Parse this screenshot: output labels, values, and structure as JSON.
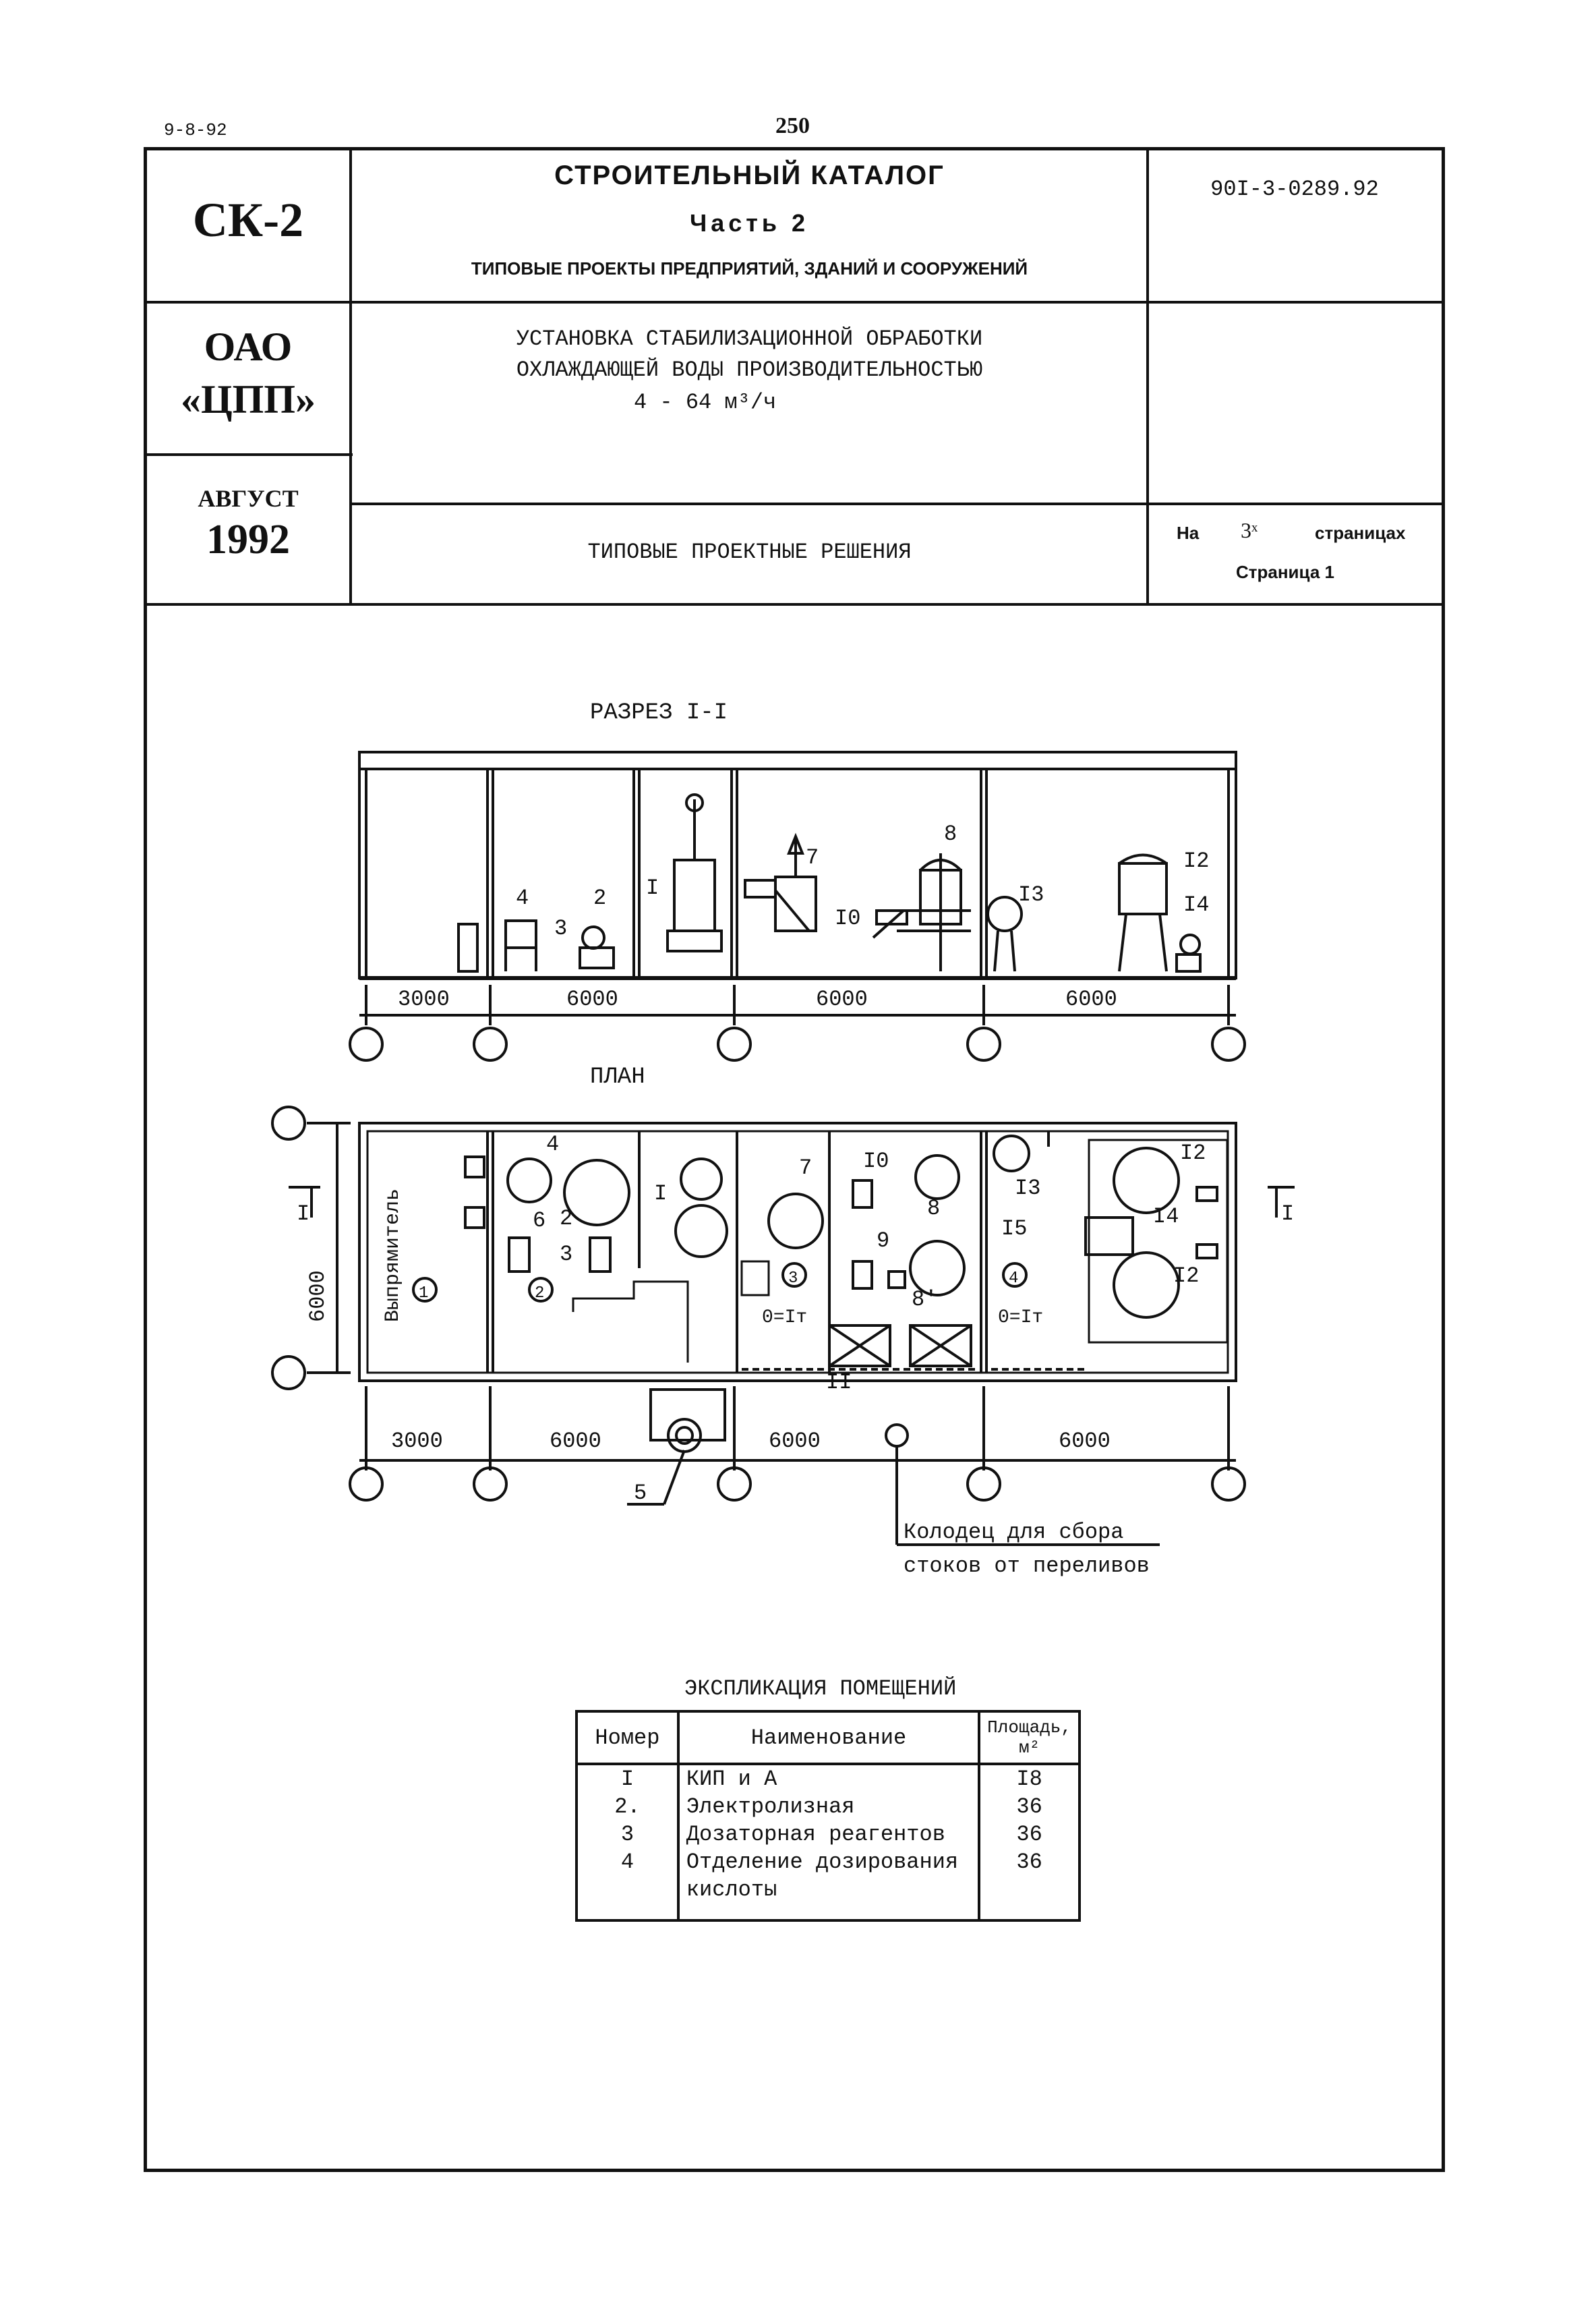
{
  "top_left_code": "9-8-92",
  "page_number": "250",
  "header": {
    "series": "СК-2",
    "catalog_title": "СТРОИТЕЛЬНЫЙ КАТАЛОГ",
    "part": "Часть 2",
    "part_subtitle": "ТИПОВЫЕ ПРОЕКТЫ ПРЕДПРИЯТИЙ, ЗДАНИЙ И СООРУЖЕНИЙ",
    "project_code": "90I-3-0289.92",
    "org_line1": "ОАО",
    "org_line2": "«ЦПП»",
    "subject_line1": "УСТАНОВКА СТАБИЛИЗАЦИОННОЙ ОБРАБОТКИ",
    "subject_line2": "ОХЛАЖДАЮЩЕЙ ВОДЫ ПРОИЗВОДИТЕЛЬНОСТЬЮ",
    "subject_line3": "4 - 64 м³/ч",
    "month": "АВГУСТ",
    "year": "1992",
    "doc_type": "ТИПОВЫЕ ПРОЕКТНЫЕ РЕШЕНИЯ",
    "pages_prefix": "На",
    "pages_count": "3ˣ",
    "pages_suffix": "страницах",
    "page_label": "Страница 1"
  },
  "section": {
    "title": "РАЗРЕЗ I-I",
    "dims": [
      "3000",
      "6000",
      "6000",
      "6000"
    ],
    "labels": [
      "4",
      "2",
      "3",
      "I",
      "7",
      "I0",
      "8",
      "I3",
      "I2",
      "I4"
    ]
  },
  "plan": {
    "title": "ПЛАН",
    "dims": [
      "3000",
      "6000",
      "6000",
      "6000"
    ],
    "side_dim": "6000",
    "rectifier": "Выпрямитель",
    "section_mark": "I",
    "labels": [
      "4",
      "2",
      "6",
      "3",
      "I",
      "7",
      "I0",
      "8",
      "9",
      "8'",
      "I3",
      "I5",
      "I2",
      "I4",
      "I2",
      "II",
      "5"
    ],
    "room_numbers": [
      "1",
      "2",
      "3",
      "4"
    ],
    "opening_labels": [
      "0=Iт",
      "0=Iт"
    ],
    "well_note_line1": "Колодец для сбора",
    "well_note_line2": "стоков от переливов"
  },
  "explication": {
    "title": "ЭКСПЛИКАЦИЯ ПОМЕЩЕНИЙ",
    "headers": [
      "Номер",
      "Наименование",
      "Площадь, м²"
    ],
    "rows": [
      {
        "num": "I",
        "name": "КИП и А",
        "area": "I8"
      },
      {
        "num": "2.",
        "name": "Электролизная",
        "area": "36"
      },
      {
        "num": "3",
        "name": "Дозаторная реагентов",
        "area": "36"
      },
      {
        "num": "4",
        "name": "Отделение дозирования",
        "area": "36"
      },
      {
        "num": "",
        "name": "кислоты",
        "area": ""
      }
    ]
  }
}
